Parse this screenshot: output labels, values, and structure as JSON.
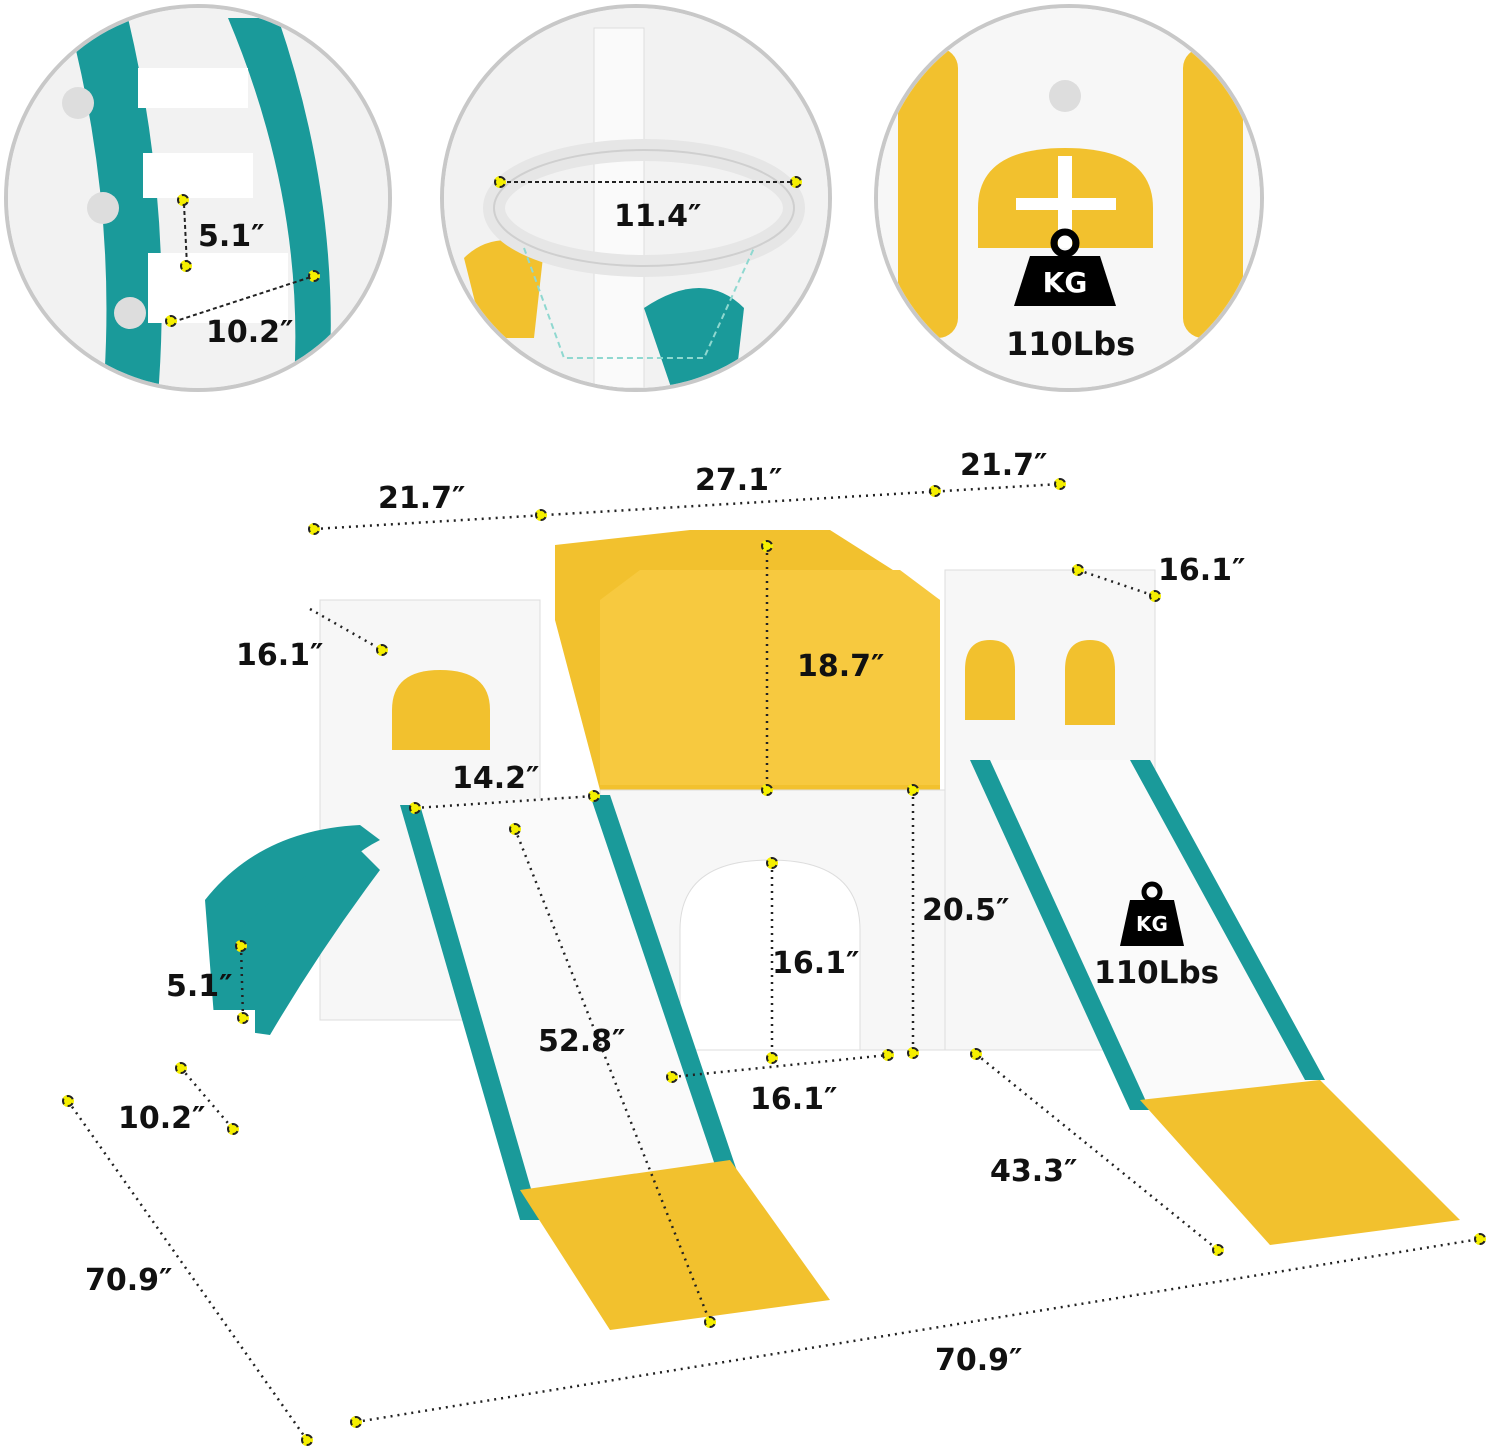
{
  "insets": [
    {
      "name": "ladder-step-detail",
      "labels": {
        "step_height": "5.1″",
        "step_width": "10.2″"
      }
    },
    {
      "name": "basketball-hoop-detail",
      "labels": {
        "hoop_diameter": "11.4″"
      }
    },
    {
      "name": "weight-capacity-detail",
      "icon": "weight-kg-icon",
      "icon_text": "KG",
      "labels": {
        "capacity": "110Lbs"
      }
    }
  ],
  "main": {
    "labels": {
      "top_left_width": "21.7″",
      "top_center_width": "27.1″",
      "top_right_width": "21.7″",
      "left_tower_depth": "16.1″",
      "right_tower_depth": "16.1″",
      "center_panel_height": "18.7″",
      "platform_width": "14.2″",
      "platform_height": "20.5″",
      "tunnel_height": "16.1″",
      "tunnel_width": "16.1″",
      "ladder_step_height": "5.1″",
      "ladder_step_width": "10.2″",
      "left_slide_length": "52.8″",
      "right_slide_length": "43.3″",
      "overall_depth": "70.9″",
      "overall_width": "70.9″"
    },
    "weight_badge": {
      "icon": "weight-kg-icon",
      "icon_text": "KG",
      "capacity": "110Lbs"
    }
  },
  "colors": {
    "teal": "#1a9a9a",
    "yellow": "#f2c12e",
    "white_plastic": "#f7f7f7",
    "dot": "#f5ef00",
    "inset_border": "#c8c8c8"
  }
}
